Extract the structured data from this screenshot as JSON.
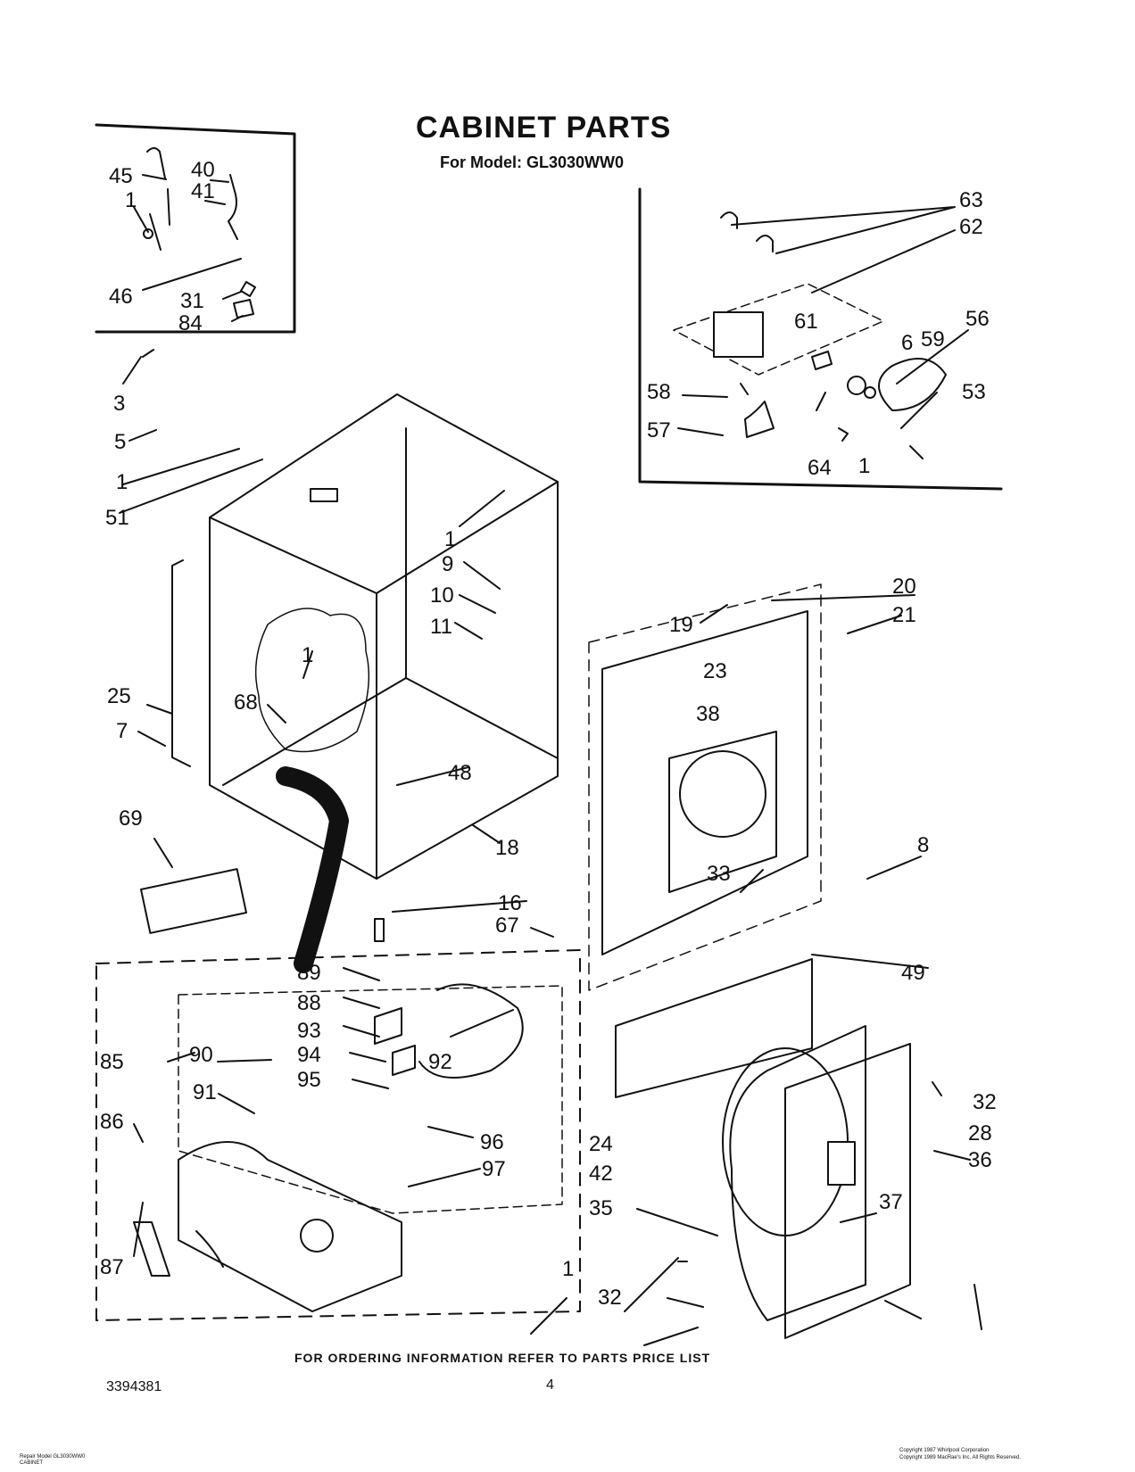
{
  "header": {
    "title": "CABINET PARTS",
    "subtitle": "For Model: GL3030WW0"
  },
  "footer": {
    "ordering_note": "FOR ORDERING INFORMATION REFER TO PARTS PRICE LIST",
    "doc_number": "3394381",
    "page_number": "4",
    "small_left": "Repair Model GL3030WW0\nCABINET",
    "small_right": "Copyright 1987 Whirlpool Corporation\nCopyright 1989 MacRae's Inc. All Rights Reserved."
  },
  "labels": [
    {
      "id": "l45",
      "text": "45"
    },
    {
      "id": "l1a",
      "text": "1"
    },
    {
      "id": "l40",
      "text": "40"
    },
    {
      "id": "l41",
      "text": "41"
    },
    {
      "id": "l46",
      "text": "46"
    },
    {
      "id": "l31",
      "text": "31"
    },
    {
      "id": "l84",
      "text": "84"
    },
    {
      "id": "l3",
      "text": "3"
    },
    {
      "id": "l5",
      "text": "5"
    },
    {
      "id": "l1b",
      "text": "1"
    },
    {
      "id": "l51",
      "text": "51"
    },
    {
      "id": "l63",
      "text": "63"
    },
    {
      "id": "l62",
      "text": "62"
    },
    {
      "id": "l61",
      "text": "61"
    },
    {
      "id": "l6",
      "text": "6"
    },
    {
      "id": "l59",
      "text": "59"
    },
    {
      "id": "l56",
      "text": "56"
    },
    {
      "id": "l58",
      "text": "58"
    },
    {
      "id": "l53",
      "text": "53"
    },
    {
      "id": "l57",
      "text": "57"
    },
    {
      "id": "l64",
      "text": "64"
    },
    {
      "id": "l1c",
      "text": "1"
    },
    {
      "id": "l1d",
      "text": "1"
    },
    {
      "id": "l9",
      "text": "9"
    },
    {
      "id": "l10",
      "text": "10"
    },
    {
      "id": "l11",
      "text": "11"
    },
    {
      "id": "l20",
      "text": "20"
    },
    {
      "id": "l19",
      "text": "19"
    },
    {
      "id": "l21",
      "text": "21"
    },
    {
      "id": "l1e",
      "text": "1"
    },
    {
      "id": "l25",
      "text": "25"
    },
    {
      "id": "l68",
      "text": "68"
    },
    {
      "id": "l7",
      "text": "7"
    },
    {
      "id": "l23",
      "text": "23"
    },
    {
      "id": "l38",
      "text": "38"
    },
    {
      "id": "l48",
      "text": "48"
    },
    {
      "id": "l18",
      "text": "18"
    },
    {
      "id": "l69",
      "text": "69"
    },
    {
      "id": "l33",
      "text": "33"
    },
    {
      "id": "l8",
      "text": "8"
    },
    {
      "id": "l16",
      "text": "16"
    },
    {
      "id": "l67",
      "text": "67"
    },
    {
      "id": "l49",
      "text": "49"
    },
    {
      "id": "l89",
      "text": "89"
    },
    {
      "id": "l88",
      "text": "88"
    },
    {
      "id": "l93",
      "text": "93"
    },
    {
      "id": "l85",
      "text": "85"
    },
    {
      "id": "l90",
      "text": "90"
    },
    {
      "id": "l94",
      "text": "94"
    },
    {
      "id": "l92",
      "text": "92"
    },
    {
      "id": "l95",
      "text": "95"
    },
    {
      "id": "l91",
      "text": "91"
    },
    {
      "id": "l96",
      "text": "96"
    },
    {
      "id": "l86",
      "text": "86"
    },
    {
      "id": "l97",
      "text": "97"
    },
    {
      "id": "l87",
      "text": "87"
    },
    {
      "id": "l32a",
      "text": "32"
    },
    {
      "id": "l28",
      "text": "28"
    },
    {
      "id": "l24",
      "text": "24"
    },
    {
      "id": "l42",
      "text": "42"
    },
    {
      "id": "l36",
      "text": "36"
    },
    {
      "id": "l35",
      "text": "35"
    },
    {
      "id": "l37",
      "text": "37"
    },
    {
      "id": "l1f",
      "text": "1"
    },
    {
      "id": "l32b",
      "text": "32"
    }
  ]
}
